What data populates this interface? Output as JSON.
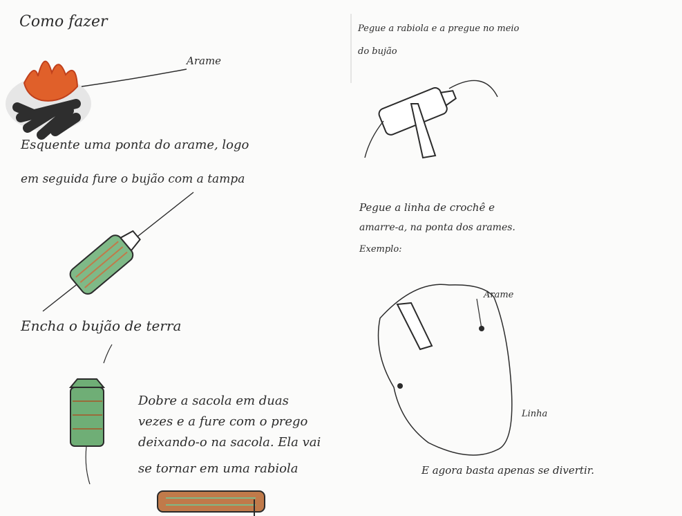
{
  "page": {
    "title": "Como fazer",
    "left_column": {
      "wire_label": "Arame",
      "step1_line1": "Esquente uma ponta do arame, logo",
      "step1_line2": "em seguida fure o bujão com a tampa",
      "step2": "Encha o bujão de terra",
      "step3_line1": "Dobre a sacola em duas",
      "step3_line2": "vezes e a fure com o prego",
      "step3_line3": "deixando-o na sacola. Ela vai",
      "step3_line4": "se tornar em uma rabiola"
    },
    "right_column": {
      "step4_line1": "Pegue a rabiola e a pregue no meio",
      "step4_line2": "do bujão",
      "step5_line1": "Pegue a linha de crochê e",
      "step5_line2": "amarre-a, na ponta dos arames.",
      "step5_line3": "Exemplo:",
      "example_wire_label": "Arame",
      "example_line_label": "Linha",
      "closing": "E agora basta apenas se divertir."
    }
  },
  "colors": {
    "paper": "#fbfbfa",
    "pencil": "#2b2b2b",
    "flame_orange": "#e0602a",
    "flame_dark": "#c0401c",
    "coal": "#2e2e2e",
    "bottle_green": "#5fa364",
    "bag_brown": "#c07a4a"
  }
}
